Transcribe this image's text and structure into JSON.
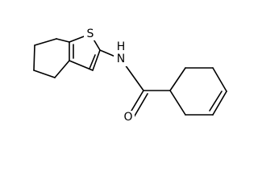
{
  "molecule": {
    "atom_labels": {
      "sulfur": "S",
      "amide_nitrogen": "N",
      "hydrogen": "H",
      "carbonyl_oxygen": "O"
    }
  }
}
